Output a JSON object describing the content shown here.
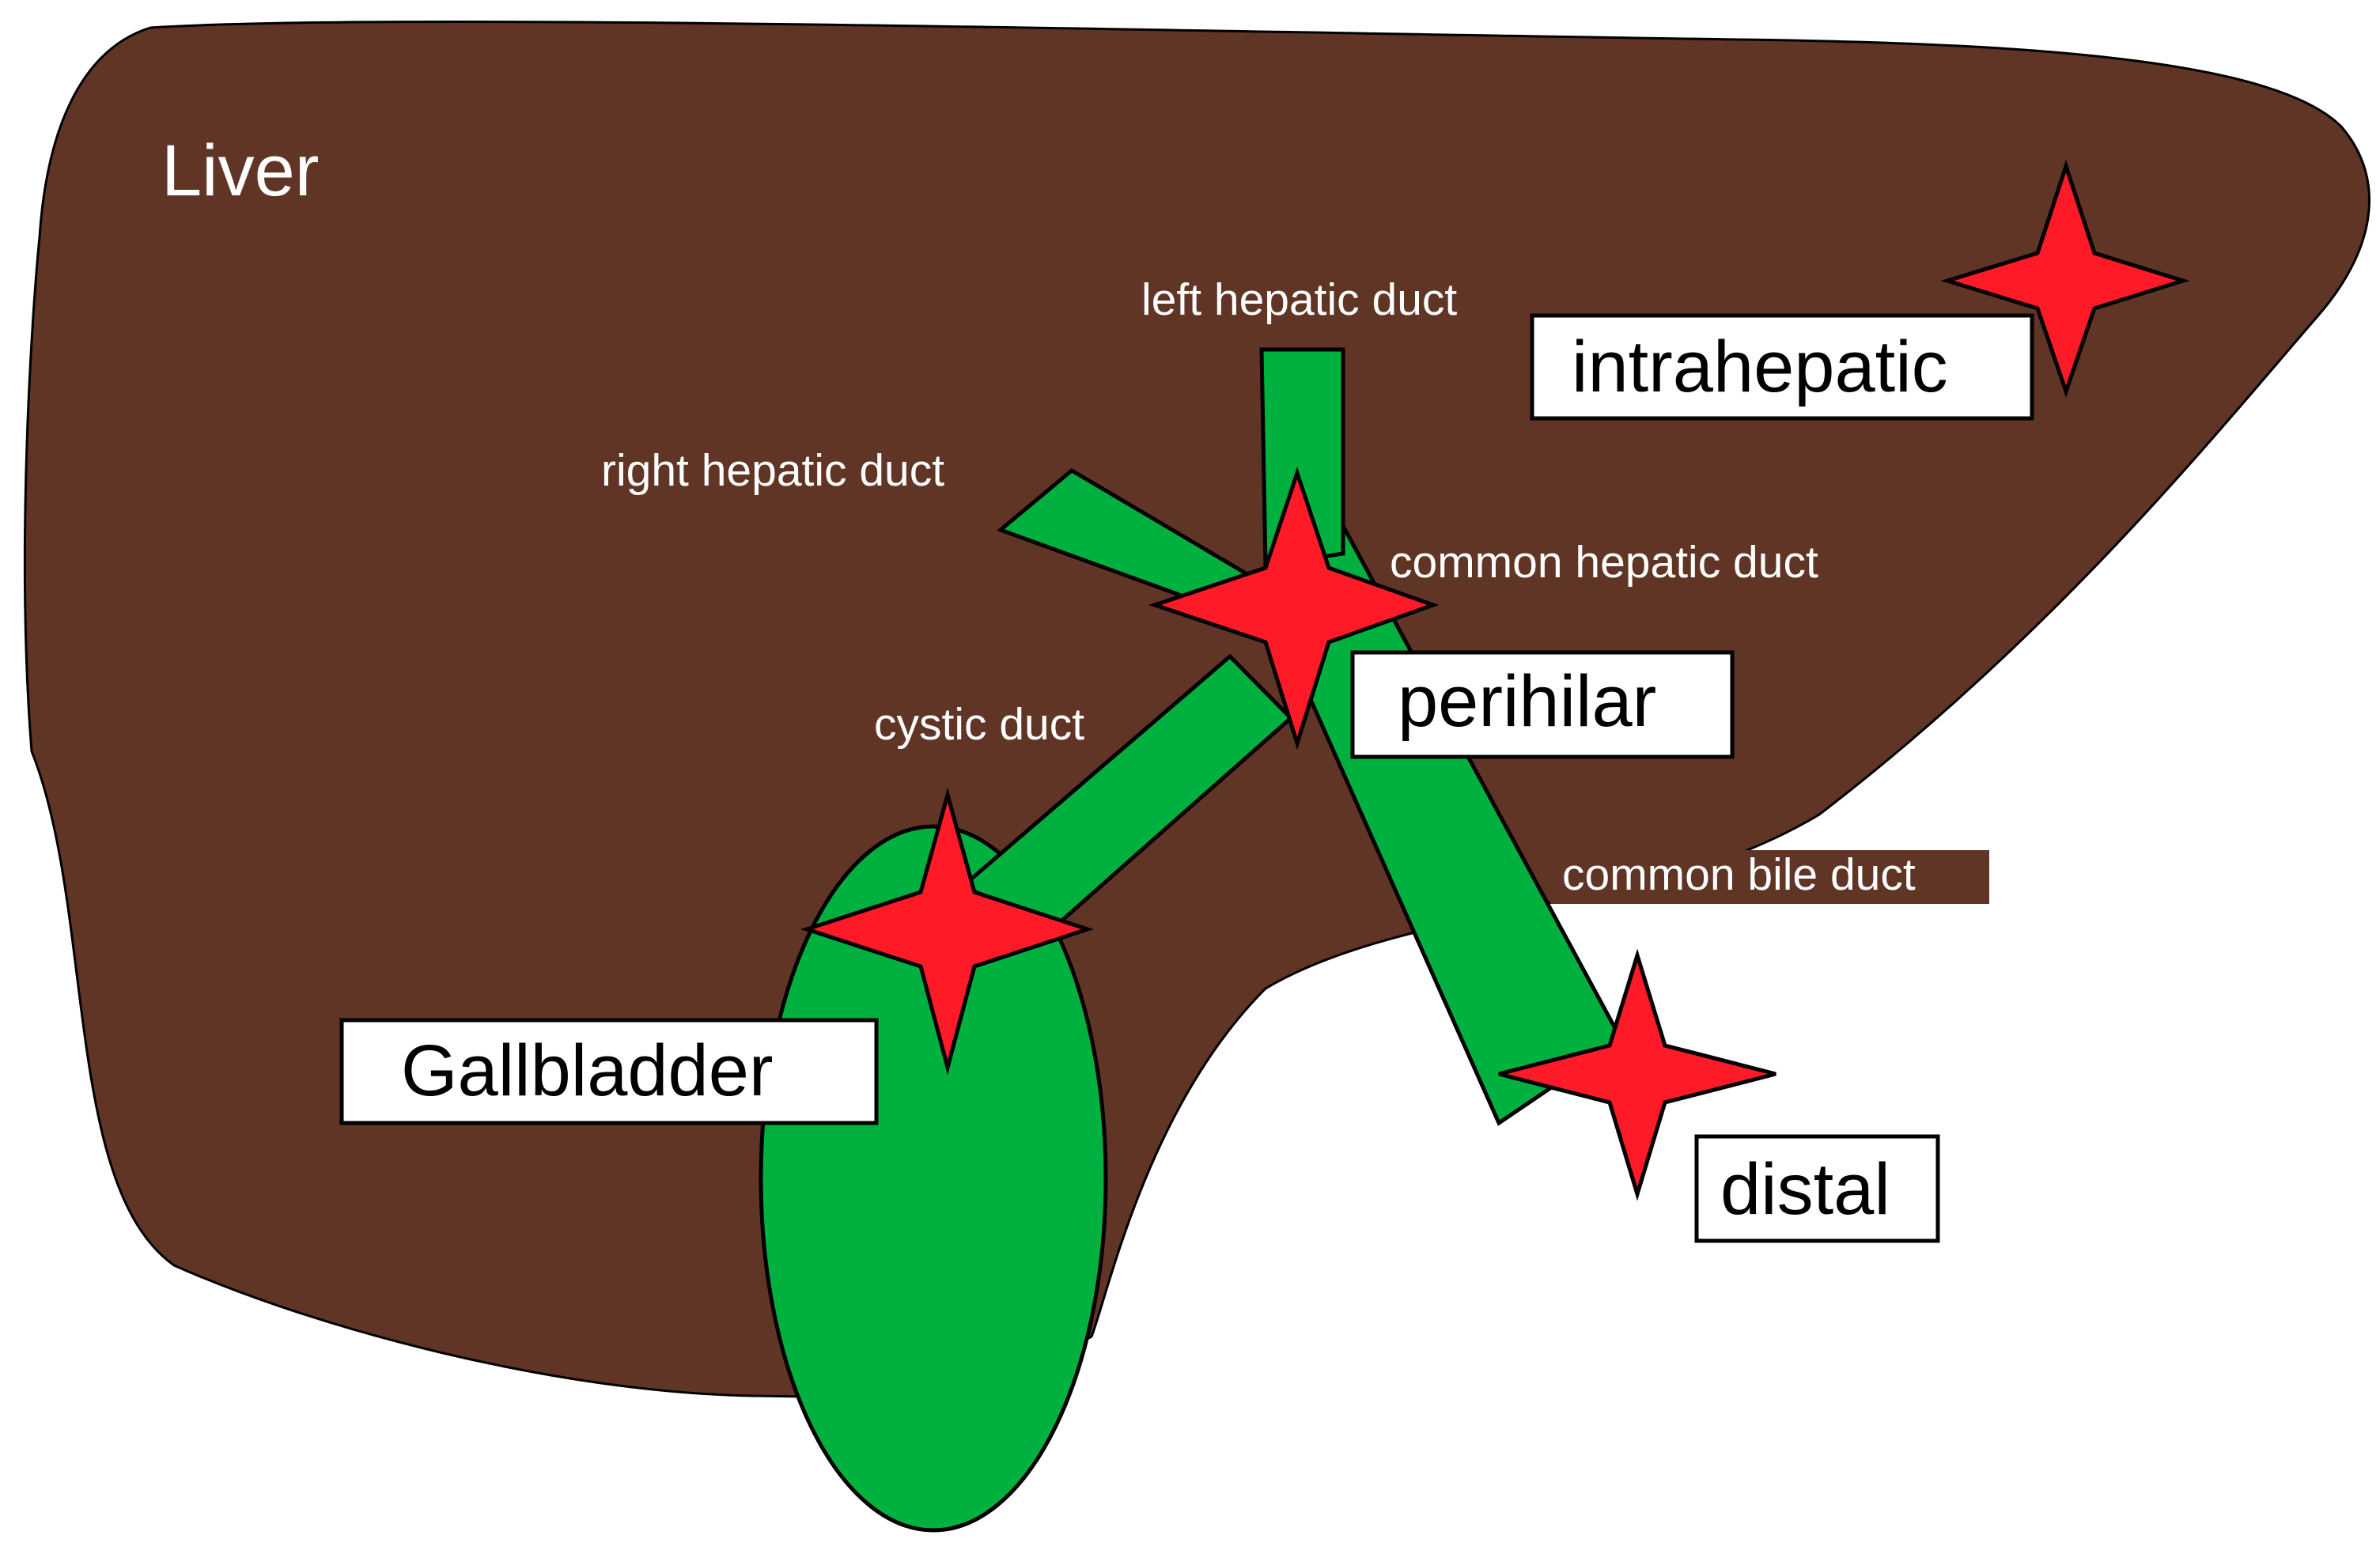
{
  "colors": {
    "liver": "#603526",
    "duct": "#00b140",
    "star": "#fe1a27",
    "box_bg": "#ffffff",
    "outline": "#000000",
    "duct_text": "#ffffff"
  },
  "organs": {
    "liver_label": "Liver",
    "gallbladder_label": "Gallbladder"
  },
  "ducts": {
    "left_hepatic": "left hepatic duct",
    "right_hepatic": "right hepatic duct",
    "common_hepatic": "common hepatic duct",
    "cystic": "cystic duct",
    "common_bile": "common bile duct"
  },
  "tumor_sites": {
    "intrahepatic": "intrahepatic",
    "perihilar": "perihilar",
    "distal": "distal"
  }
}
